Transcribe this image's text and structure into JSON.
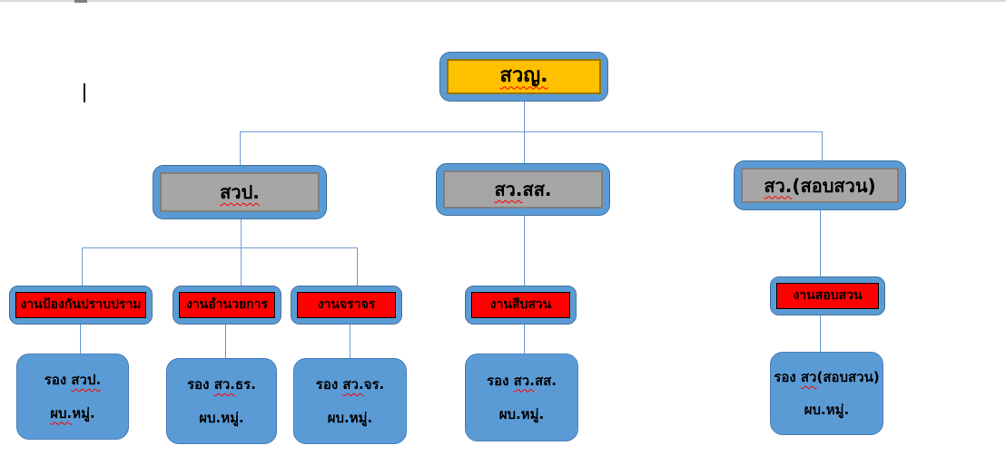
{
  "colors": {
    "shape_blue": "#5b9bd5",
    "shape_blue_border": "#41719c",
    "root_fill_yellow": "#ffc000",
    "root_border_yellow": "#997300",
    "level2_fill_gray": "#a6a6a6",
    "level2_border_gray": "#7f7f7f",
    "function_fill_red": "#ff0000",
    "connector_blue": "#6c9bd2",
    "spellcheck_squiggle": "#ff0000",
    "text": "#000000"
  },
  "chart": {
    "type": "org-chart",
    "root": {
      "label": "สวญ.",
      "marked": "สวญ.",
      "rest": ""
    },
    "level2": [
      {
        "label": "สวป.",
        "marked": "สวป.",
        "rest": "",
        "parent": "สวญ."
      },
      {
        "label": "สว.สส.",
        "marked": "สว.",
        "rest": "สส.",
        "parent": "สวญ."
      },
      {
        "label": "สว.(สอบสวน)",
        "marked": "สว.",
        "rest": "(สอบสวน)",
        "parent": "สวญ."
      }
    ],
    "functions": [
      {
        "label": "งานป้องกันปราบปราม",
        "parent": "สวป."
      },
      {
        "label": "งานอำนวยการ",
        "parent": "สวป."
      },
      {
        "label": "งานจราจร",
        "parent": "สวป."
      },
      {
        "label": "งานสืบสวน",
        "parent": "สว.สส."
      },
      {
        "label": "งานสอบสวน",
        "parent": "สว.(สอบสวน)"
      }
    ],
    "deputies": [
      {
        "line1_pre": "รอง ",
        "line1_marked": "สวป.",
        "line1_rest": "",
        "line2_marked": "ผบ.",
        "line2_rest": "หมู่.",
        "parent": "งานป้องกันปราบปราม"
      },
      {
        "line1_pre": "รอง ",
        "line1_marked": "สว.",
        "line1_rest": "ธร.",
        "line2_marked": "",
        "line2_rest": "ผบ.หมู่.",
        "parent": "งานอำนวยการ"
      },
      {
        "line1_pre": "รอง ",
        "line1_marked": "สว.",
        "line1_rest": "จร.",
        "line2_marked": "",
        "line2_rest": "ผบ.หมู่.",
        "parent": "งานจราจร"
      },
      {
        "line1_pre": "รอง ",
        "line1_marked": "สว.",
        "line1_rest": "สส.",
        "line2_marked": "",
        "line2_rest": "ผบ.หมู่.",
        "parent": "งานสืบสวน"
      },
      {
        "line1_pre": "รอง ",
        "line1_marked": "สว",
        "line1_rest": "(สอบสวน)",
        "line2_marked": "",
        "line2_rest": "ผบ.หมู่.",
        "parent": "งานสอบสวน"
      }
    ]
  }
}
